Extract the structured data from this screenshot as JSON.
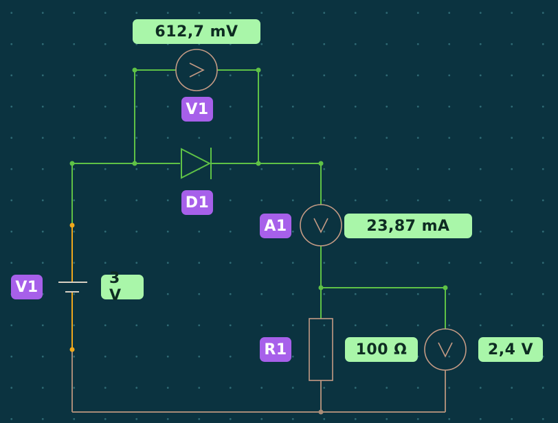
{
  "components": {
    "voltmeter_diode": {
      "name": "V1",
      "reading": "612,7 mV"
    },
    "diode": {
      "name": "D1"
    },
    "ammeter": {
      "name": "A1",
      "reading": "23,87 mA"
    },
    "source": {
      "name": "V1",
      "value": "3 V"
    },
    "resistor": {
      "name": "R1",
      "value": "100 Ω"
    },
    "voltmeter_resistor": {
      "reading": "2,4 V"
    }
  },
  "colors": {
    "background": "#0b3340",
    "wire_green": "#5fc246",
    "wire_orange": "#f0a81c",
    "wire_brown": "#a98c78",
    "meter_stroke": "#c59b85",
    "name_badge": "#a760ea",
    "value_badge": "#a9f6a9"
  }
}
